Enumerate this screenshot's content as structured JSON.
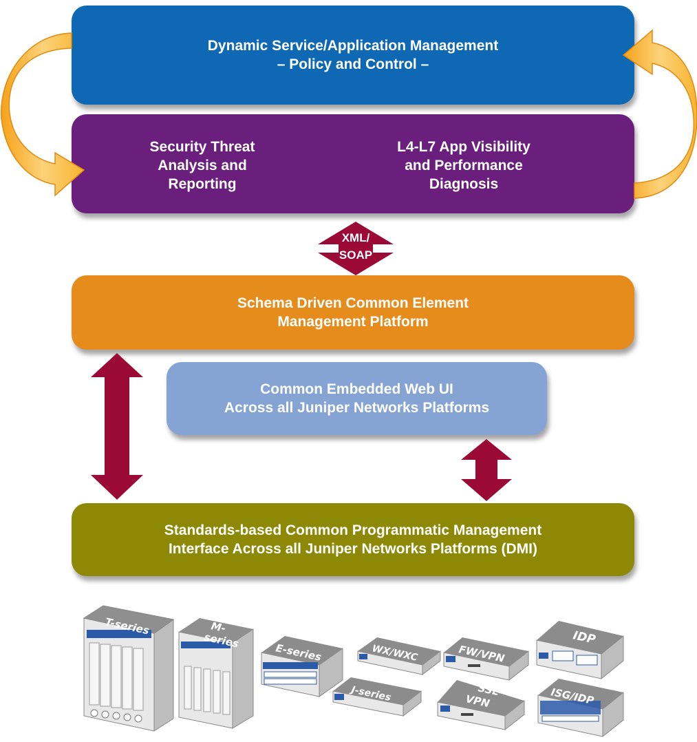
{
  "top_box": {
    "line1": "Dynamic Service/Application Management",
    "line2": "– Policy and Control –"
  },
  "purple_box": {
    "left": {
      "line1": "Security Threat",
      "line2": "Analysis and",
      "line3": "Reporting"
    },
    "right": {
      "line1": "L4-L7 App Visibility",
      "line2": "and Performance",
      "line3": "Diagnosis"
    }
  },
  "xml_soap": {
    "line1": "XML/",
    "line2": "SOAP"
  },
  "orange_box": {
    "line1": "Schema Driven Common Element",
    "line2": "Management Platform"
  },
  "blue_box": {
    "line1": "Common Embedded Web UI",
    "line2": "Across all Juniper Networks Platforms"
  },
  "olive_box": {
    "line1": "Standards-based Common Programmatic Management",
    "line2": "Interface Across all Juniper Networks Platforms (DMI)"
  },
  "devices": {
    "t_series": "T-series",
    "m_series_1": "M-",
    "m_series_2": "series",
    "e_series": "E-series",
    "wx_wxc": "WX/WXC",
    "j_series": "J-series",
    "fw_vpn": "FW/VPN",
    "ssl_vpn_1": "SSL",
    "ssl_vpn_2": "VPN",
    "idp": "IDP",
    "isg_idp": "ISG/IDP"
  },
  "colors": {
    "policy_blue": "#0f68b3",
    "purple": "#6a1f7c",
    "orange": "#e58c1d",
    "light_blue": "#85a4d4",
    "olive": "#8d8806",
    "arrow_red": "#9b0a36",
    "loop_arrow": "#f7b21e"
  }
}
